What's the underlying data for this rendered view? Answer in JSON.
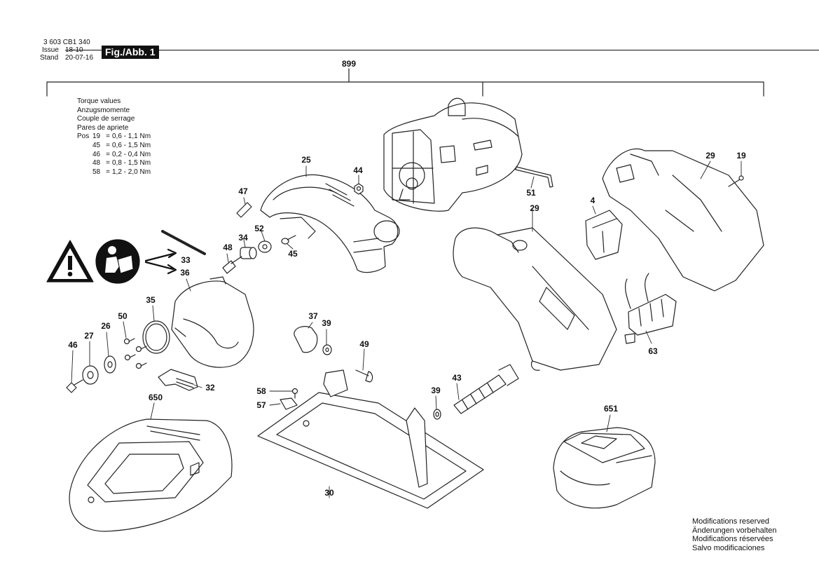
{
  "header": {
    "doc_number": "3 603 CB1 340",
    "issue_label": "Issue",
    "issue_value": "18-10",
    "stand_label": "Stand",
    "stand_value": "20-07-16",
    "figure_label": "Fig./Abb. 1"
  },
  "assembly_number": "899",
  "torque": {
    "titles": [
      "Torque values",
      "Anzugsmomente",
      "Couple de serrage",
      "Pares de apriete"
    ],
    "pos_label": "Pos",
    "rows": [
      {
        "pos": "19",
        "eq": "=",
        "value": "0,6 - 1,1 Nm"
      },
      {
        "pos": "45",
        "eq": "=",
        "value": "0,6 - 1,5 Nm"
      },
      {
        "pos": "46",
        "eq": "=",
        "value": "0,2 - 0,4 Nm"
      },
      {
        "pos": "48",
        "eq": "=",
        "value": "0,8 - 1,5 Nm"
      },
      {
        "pos": "58",
        "eq": "=",
        "value": "1,2 - 2,0 Nm"
      }
    ]
  },
  "part_labels": {
    "p25": "25",
    "p44": "44",
    "p51": "51",
    "p29a": "29",
    "p29b": "29",
    "p19": "19",
    "p47": "47",
    "p34": "34",
    "p52": "52",
    "p48": "48",
    "p45": "45",
    "p4": "4",
    "p33": "33",
    "p36": "36",
    "p35": "35",
    "p50": "50",
    "p26": "26",
    "p27": "27",
    "p46": "46",
    "p32": "32",
    "p37": "37",
    "p39a": "39",
    "p49": "49",
    "p63": "63",
    "p58": "58",
    "p57": "57",
    "p39b": "39",
    "p43": "43",
    "p650": "650",
    "p651": "651",
    "p30": "30"
  },
  "notes": [
    "Modifications reserved",
    "Änderungen vorbehalten",
    "Modifications réservées",
    "Salvo modificaciones"
  ],
  "icons": [
    "warning-triangle-icon",
    "read-manual-icon"
  ]
}
